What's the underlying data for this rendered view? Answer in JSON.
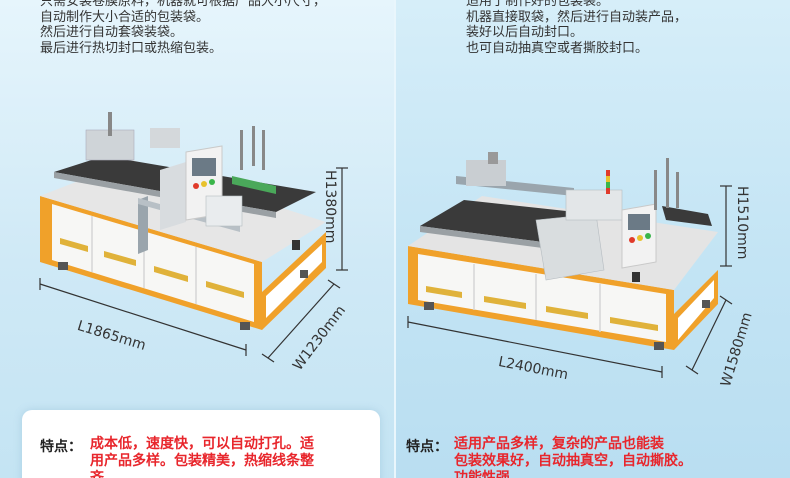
{
  "left": {
    "description": [
      "只需安装卷膜原料，机器就可根据产品大小尺寸，",
      "自动制作大小合适的包装袋。",
      "然后进行自动套袋装袋。",
      "最后进行热切封口或热缩包装。"
    ],
    "dim_height": "H1380mm",
    "dim_length": "L1865mm",
    "dim_width": "W1230mm",
    "feature_label": "特点：",
    "feature_lines": [
      "成本低，速度快，可以自动打孔。适",
      "用产品多样。包装精美，热缩线条整",
      "齐。"
    ]
  },
  "right": {
    "description": [
      "适用于制作好的包装袋。",
      "机器直接取袋，然后进行自动装产品，",
      "装好以后自动封口。",
      "也可自动抽真空或者撕胶封口。"
    ],
    "dim_height": "H1510mm",
    "dim_length": "L2400mm",
    "dim_width": "W1580mm",
    "feature_label": "特点：",
    "feature_lines": [
      "适用产品多样，复杂的产品也能装",
      "包装效果好，自动抽真空，自动撕胶。",
      "功能性强。"
    ]
  },
  "colors": {
    "accent_orange": "#f0a12a",
    "feature_red": "#e8262c",
    "panel_blue": "#cfe9f6"
  }
}
